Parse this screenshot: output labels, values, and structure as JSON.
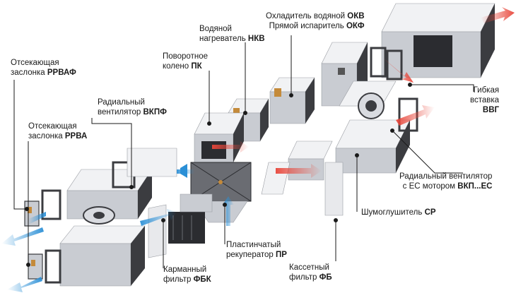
{
  "labels": {
    "cooler": {
      "line1_text": "Охладитель водяной",
      "line1_code": "ОКВ",
      "line2_text": "Прямой испаритель",
      "line2_code": "ОКФ"
    },
    "heater": {
      "line1": "Водяной",
      "line2_text": "нагреватель",
      "line2_code": "НКВ"
    },
    "elbow": {
      "line1": "Поворотное",
      "line2_text": "колено",
      "line2_code": "ПК"
    },
    "damper_heated": {
      "line1": "Отсекающая",
      "line2_text": "заслонка",
      "line2_code": "РРВАФ"
    },
    "fan_radial": {
      "line1": "Радиальный",
      "line2_text": "вентилятор",
      "line2_code": "ВКПФ"
    },
    "damper": {
      "line1": "Отсекающая",
      "line2_text": "заслонка",
      "line2_code": "РРВА"
    },
    "flex": {
      "line1": "Гибкая",
      "line2": "вставка",
      "line3_code": "ВВГ"
    },
    "fan_ec": {
      "line1": "Радиальный вентилятор",
      "line2_text": "с ЕС мотором",
      "line2_code": "ВКП...ЕС"
    },
    "silencer": {
      "text": "Шумоглушитель",
      "code": "СР"
    },
    "recuperator": {
      "line1": "Пластинчатый",
      "line2_text": "рекуператор",
      "line2_code": "ПР"
    },
    "bag_filter": {
      "line1": "Карманный",
      "line2_text": "фильтр",
      "line2_code": "ФБК"
    },
    "cassette_filter": {
      "line1": "Кассетный",
      "line2_text": "фильтр",
      "line2_code": "ФБ"
    }
  },
  "colors": {
    "box_top": "#f1f2f4",
    "box_side": "#c9ccd2",
    "box_front": "#3b3c40",
    "leader": "#1a1a1a",
    "arrow_warm": "#e8463a",
    "arrow_cool": "#2a8fd6"
  }
}
